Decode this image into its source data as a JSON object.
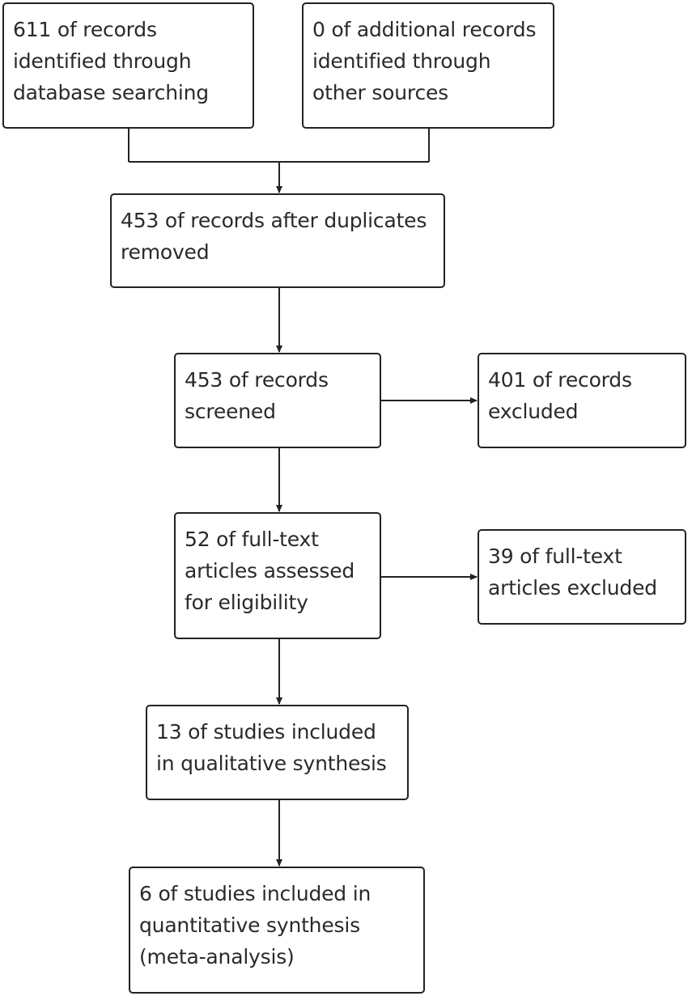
{
  "boxes": {
    "database_search": "611 of records\nidentified through\ndatabase searching",
    "other_sources": "0 of additional records\nidentified through\nother sources",
    "after_duplicates": "453 of records after duplicates\nremoved",
    "screened": "453 of records\nscreened",
    "excluded": "401 of records\nexcluded",
    "full_text_assessed": "52 of full-text\narticles assessed\nfor eligibility",
    "full_text_excluded": "39 of full-text\narticles excluded",
    "qualitative": "13 of studies included\nin qualitative synthesis",
    "quantitative": "6 of studies included in\nquantitative synthesis\n(meta-analysis)"
  },
  "colors": {
    "line": "#222222",
    "text": "#2a2a2a",
    "background": "#ffffff"
  }
}
